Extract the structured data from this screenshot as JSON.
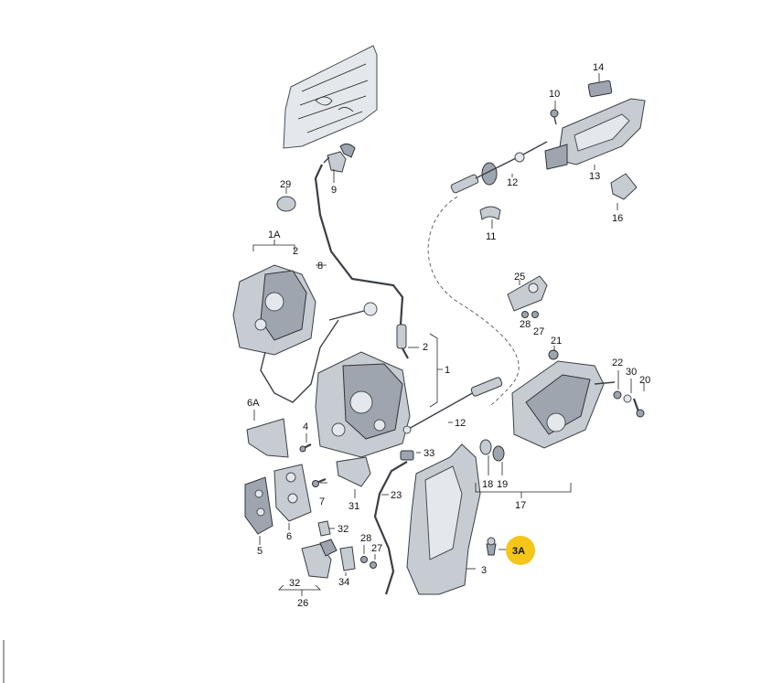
{
  "labels": {
    "l1A": "1A",
    "l2a": "2",
    "l29": "29",
    "l9": "9",
    "l8": "8",
    "l2b": "2",
    "l1": "1",
    "l12a": "12",
    "l12b": "12",
    "l14": "14",
    "l10": "10",
    "l13": "13",
    "l16": "16",
    "l11": "11",
    "l25": "25",
    "l28a": "28",
    "l27a": "27",
    "l21": "21",
    "l22": "22",
    "l30": "30",
    "l20": "20",
    "l6A": "6A",
    "l4": "4",
    "l33": "33",
    "l7": "7",
    "l31": "31",
    "l23": "23",
    "l18": "18",
    "l19": "19",
    "l17": "17",
    "l6": "6",
    "l5": "5",
    "l32a": "32",
    "l28b": "28",
    "l27b": "27",
    "l34": "34",
    "l32b": "32",
    "l26": "26",
    "l3": "3",
    "l3A": "3A"
  },
  "colors": {
    "highlight": "#f5c518",
    "line": "#222222",
    "part": "#c7ccd3"
  }
}
